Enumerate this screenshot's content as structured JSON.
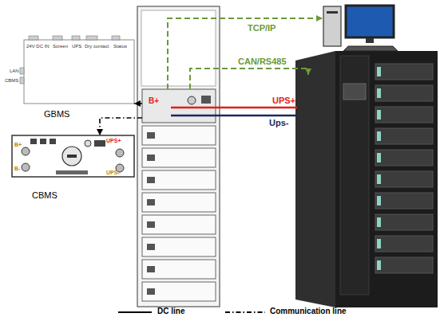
{
  "diagram": {
    "nodes": [
      {
        "text": [
          "GBMS",
          "24V DC IN",
          "Screen",
          "UPS",
          "Dry contact",
          "Status",
          "LAN",
          "CBMS"
        ]
      },
      {
        "text": [
          "CBMS",
          "B+",
          "B-",
          "UPS+",
          "UPS-"
        ]
      },
      {
        "text": [
          "B+"
        ]
      }
    ],
    "edges": [
      {
        "from": 2,
        "to": 0,
        "arrow": "to"
      },
      {
        "from": 2,
        "to": 1,
        "arrow": "to"
      }
    ],
    "labels": [
      "TCP/IP",
      "CAN/RS485",
      "UPS+",
      "Ups-"
    ],
    "legend": [
      {
        "text": "DC line"
      },
      {
        "text": "Communication line"
      }
    ]
  }
}
